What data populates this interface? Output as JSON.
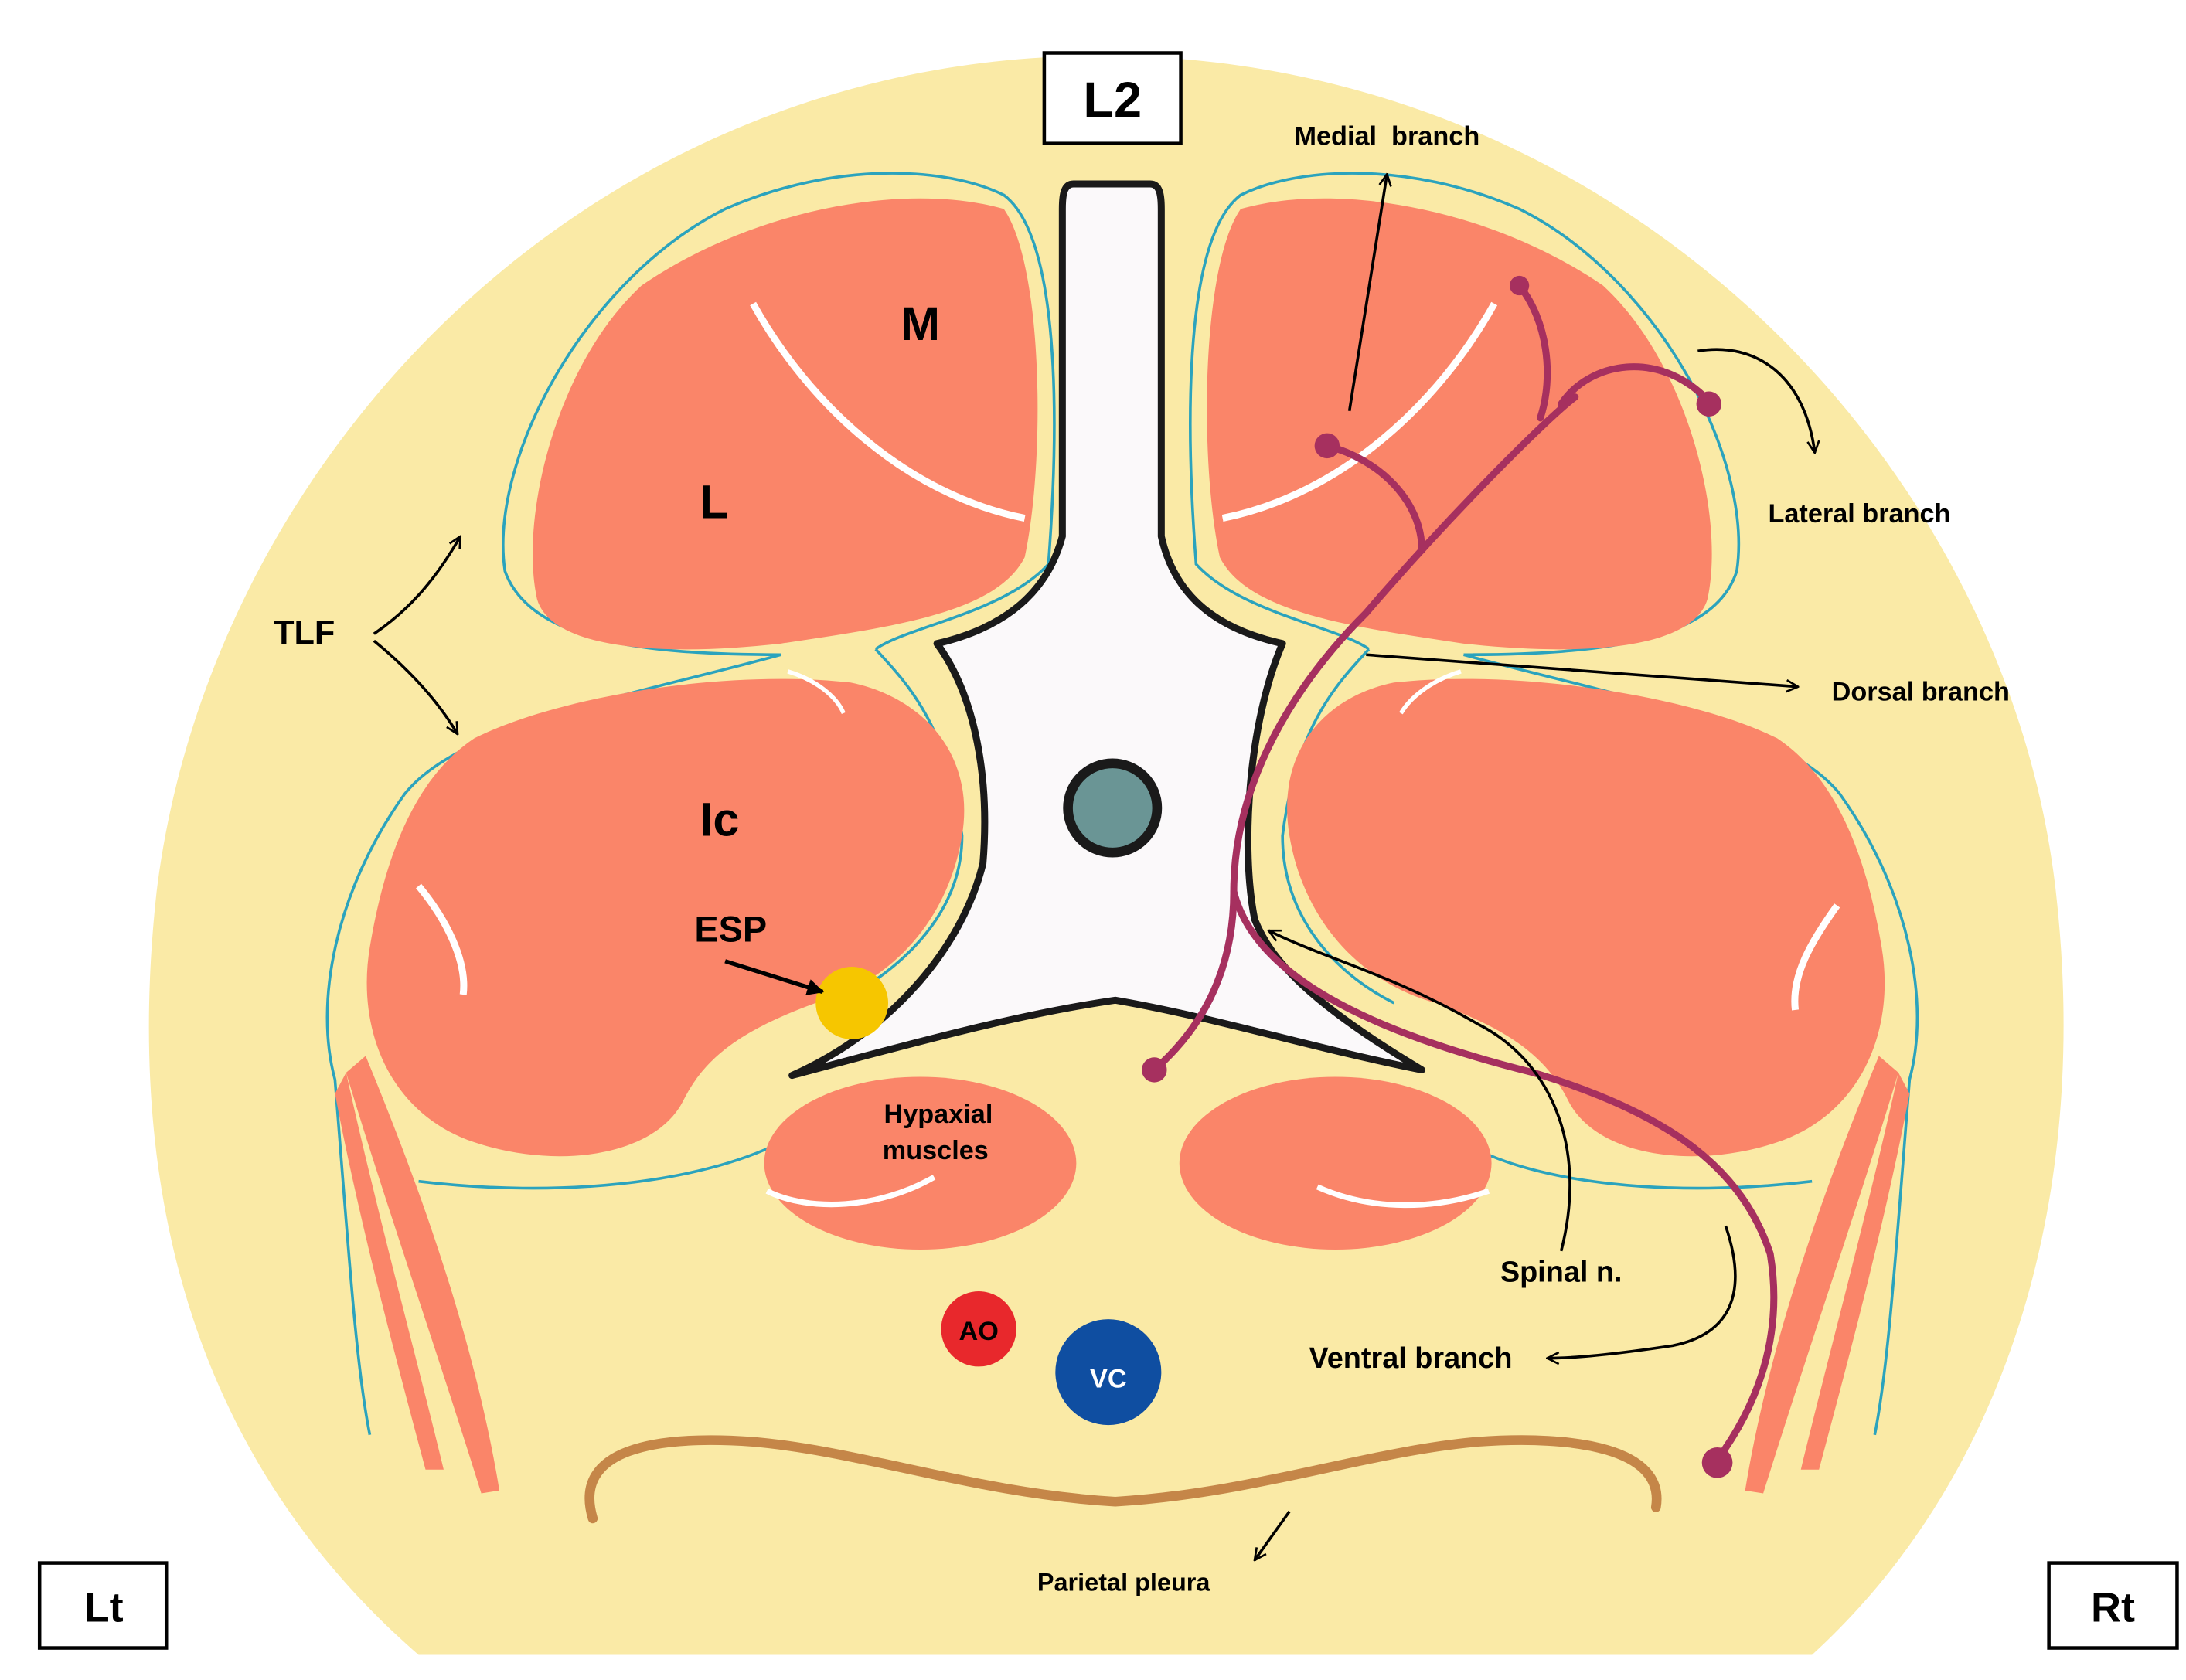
{
  "labels": {
    "vertebra": "L2",
    "left_side": "Lt",
    "right_side": "Rt",
    "multifidus": "M",
    "longissimus": "L",
    "iliocostalis": "Ic",
    "tlf": "TLF",
    "esp": "ESP",
    "hypaxial_line1": "Hypaxial",
    "hypaxial_line2": "muscles",
    "aorta": "AO",
    "vena_cava": "VC",
    "medial_branch": "Medial  branch",
    "lateral_branch": "Lateral branch",
    "dorsal_branch": "Dorsal branch",
    "spinal_nerve": "Spinal n.",
    "ventral_branch": "Ventral branch",
    "parietal_pleura": "Parietal pleura"
  },
  "colors": {
    "background": "#faeaa6",
    "muscle": "#fa8569",
    "fascia_line": "#2ba3bd",
    "vertebra_fill": "#fbf9fa",
    "spinal_canal": "#6a9595",
    "nerve": "#a6305f",
    "esp_marker": "#f6c600",
    "aorta": "#e8282c",
    "vena_cava": "#0f4ea1",
    "pleura": "#c58648"
  }
}
